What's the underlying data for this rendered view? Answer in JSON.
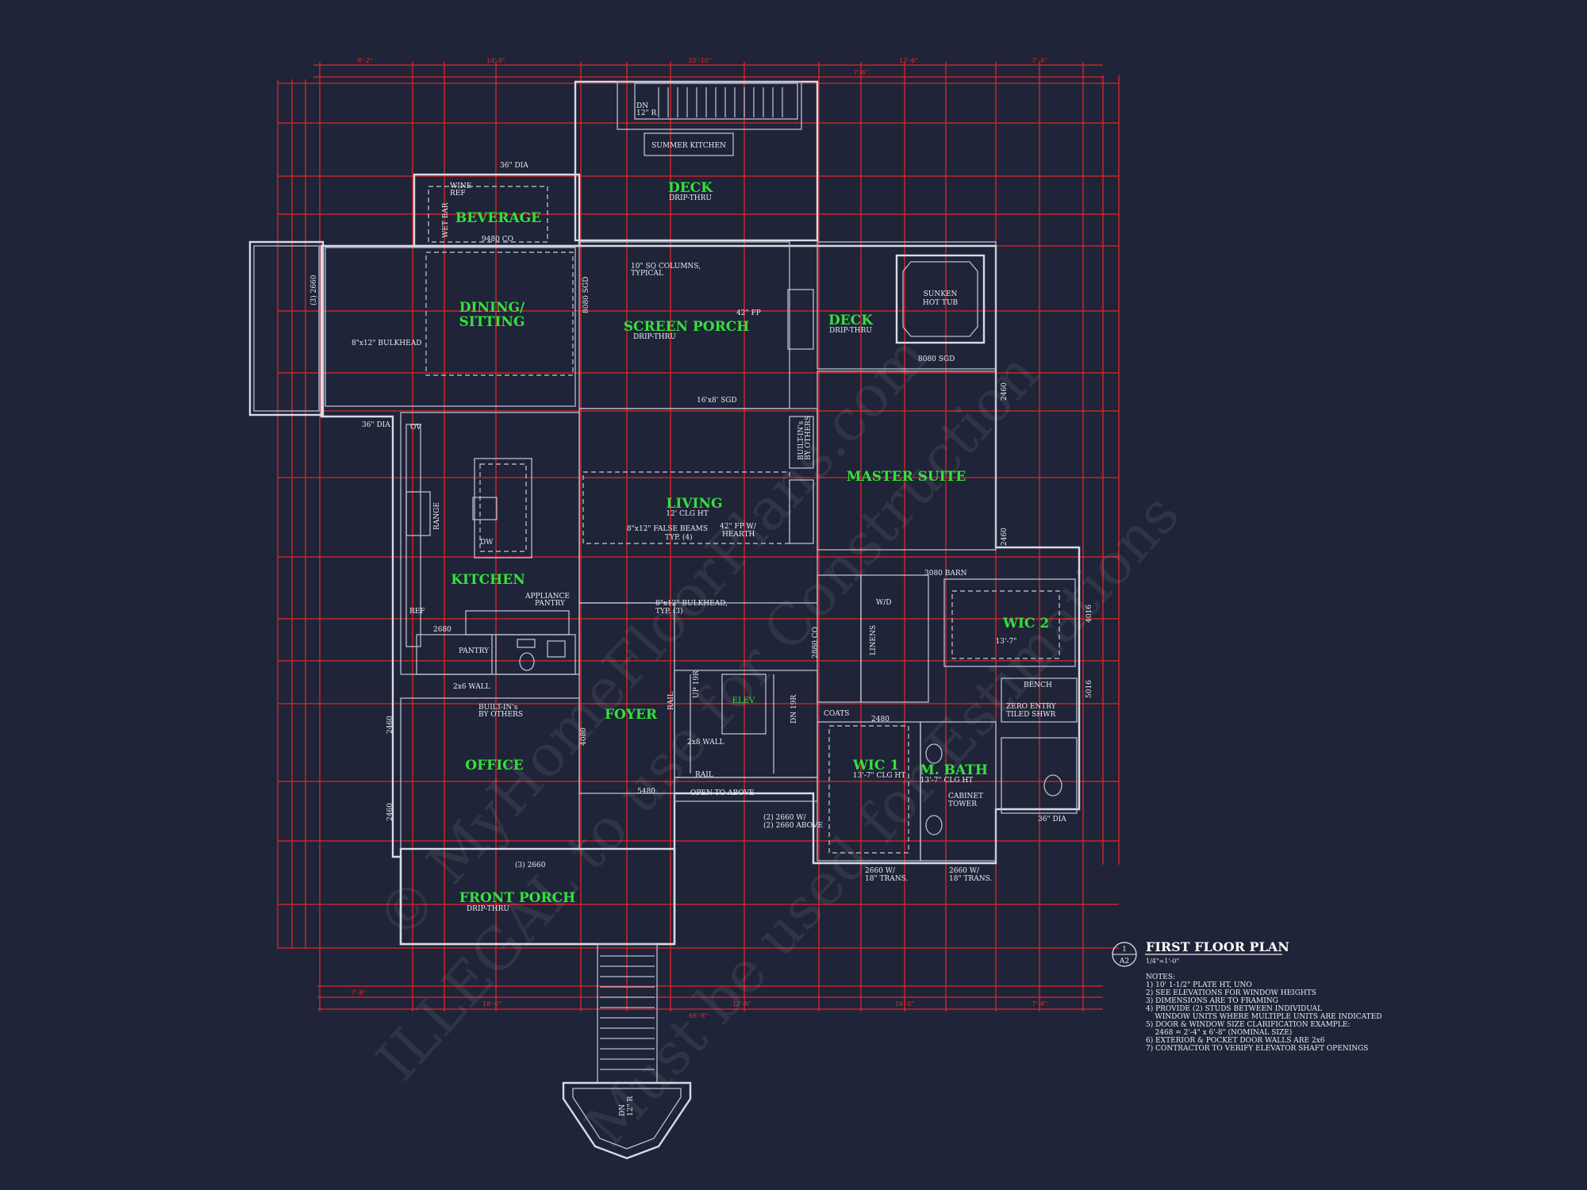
{
  "rooms": {
    "deck_rear": "DECK",
    "deck_rear_sub": "DRIP-THRU",
    "summer_kitchen": "SUMMER KITCHEN",
    "beverage": "BEVERAGE",
    "dining_1": "DINING/",
    "dining_2": "SITTING",
    "screen_porch": "SCREEN PORCH",
    "screen_porch_sub": "DRIP-THRU",
    "deck_side": "DECK",
    "deck_side_sub": "DRIP-THRU",
    "hot_tub_1": "SUNKEN",
    "hot_tub_2": "HOT TUB",
    "master_suite": "MASTER SUITE",
    "living": "LIVING",
    "living_sub": "12' CLG HT",
    "kitchen": "KITCHEN",
    "wic2": "WIC 2",
    "wic2_sub": "13'-7\"",
    "foyer": "FOYER",
    "office": "OFFICE",
    "wic1": "WIC 1",
    "wic1_sub": "13'-7\" CLG HT",
    "mbath": "M. BATH",
    "mbath_sub": "13'-7\" CLG HT",
    "front_porch": "FRONT PORCH",
    "front_porch_sub": "DRIP-THRU",
    "elev": "ELEV"
  },
  "labels": {
    "dn_top": "DN",
    "dn_top_2": "12\" R",
    "dia_36_top": "36\" DIA",
    "wine_ref_1": "WINE",
    "wine_ref_2": "REF",
    "wet_bar": "WET BAR",
    "co_9480": "9480 CO",
    "sq_columns_1": "10\" SQ COLUMNS,",
    "sq_columns_2": "TYPICAL",
    "sgd_8080_v": "8080 SGD",
    "fp_42": "42\" FP",
    "sgd_8080": "8080 SGD",
    "bulkhead_812": "8\"x12\" BULKHEAD",
    "sliders_2660": "(3) 2660",
    "dia_36_left": "36\" DIA",
    "sgd_16x8": "16'x8' SGD",
    "ov": "OV",
    "builtins_1": "BUILT-IN's",
    "builtins_2": "BY OTHERS",
    "range": "RANGE",
    "dw": "DW",
    "false_beams_1": "8\"x12\" FALSE BEAMS",
    "false_beams_2": "TYP. (4)",
    "fp_hearth_1": "42\" FP W/",
    "fp_hearth_2": "HEARTH",
    "w_2460_a": "2460",
    "w_2460_b": "2460",
    "appliance_1": "APPLIANCE",
    "appliance_2": "PANTRY",
    "bulkhead_typ_1": "8\"x12\" BULKHEAD,",
    "bulkhead_typ_2": "TYP. (3)",
    "barn_3080": "3080 BARN",
    "wd": "W/D",
    "linens": "LINENS",
    "ref": "REF",
    "d_2680": "2680",
    "pantry": "PANTRY",
    "co_2880": "2880 CO",
    "d_4016": "4016",
    "bench": "BENCH",
    "shower_1": "ZERO ENTRY",
    "shower_2": "TILED SHWR",
    "wall_2x6": "2x6 WALL",
    "builtins_b_1": "BUILT-IN's",
    "builtins_b_2": "BY OTHERS",
    "rail_v": "RAIL",
    "up_19r": "UP 19R",
    "dn_19r": "DN 19R",
    "coats": "COATS",
    "d_2480": "2480",
    "w_5016": "5016",
    "w_2460_office_a": "2460",
    "w_4080": "4080",
    "wall_2x8": "2x8 WALL",
    "rail": "RAIL",
    "open_above": "OPEN TO ABOVE",
    "d_5480": "5480",
    "w_2660_above_1": "(2) 2660 W/",
    "w_2660_above_2": "(2) 2660 ABOVE",
    "cabinet_1": "CABINET",
    "cabinet_2": "TOWER",
    "dia_36_bath": "36\" DIA",
    "w_2460_office_b": "2460",
    "sliders_2660_front": "(3) 2660",
    "trans_a_1": "2660 W/",
    "trans_a_2": "18\" TRANS.",
    "trans_b_1": "2660 W/",
    "trans_b_2": "18\" TRANS.",
    "dn_bottom": "DN",
    "dn_bottom_2": "12\" R"
  },
  "title_block": {
    "number": "1",
    "sheet": "A2",
    "title": "FIRST FLOOR PLAN",
    "scale": "1/4\"=1'-0\"",
    "notes_heading": "NOTES:",
    "notes": [
      "1) 10' 1-1/2\" PLATE HT, UNO",
      "2) SEE ELEVATIONS FOR WINDOW HEIGHTS",
      "3) DIMENSIONS ARE TO FRAMING",
      "4) PROVIDE (2) STUDS BETWEEN INDIVIDUAL",
      "    WINDOW UNITS WHERE MULTIPLE UNITS ARE INDICATED",
      "5) DOOR & WINDOW SIZE CLARIFICATION EXAMPLE:",
      "    2468 = 2'-4\" x 6'-8\" (NOMINAL SIZE)",
      "6) EXTERIOR & POCKET DOOR WALLS ARE 2x6",
      "7) CONTRACTOR TO VERIFY ELEVATOR SHAFT OPENINGS"
    ]
  },
  "watermarks": {
    "w1": "© MyHomeFloorPlans.com",
    "w2": "ILLEGAL to use for Construction",
    "w3": "Must be used for Estimations"
  },
  "dims_top": [
    "8'-2\"",
    "14'-0\"",
    "20'-10\"",
    "7'-6\"",
    "13'-6\"",
    "7'-4\""
  ],
  "dims_bottom": [
    "7'-8\"",
    "18'-0\"",
    "12'-6\"",
    "16'-0\"",
    "7'-4\"",
    "66'-8\""
  ],
  "colors": {
    "background": "#1f2438",
    "walls": "#d7dbe6",
    "dimension": "#e0262a",
    "room_label": "#33e23a"
  }
}
